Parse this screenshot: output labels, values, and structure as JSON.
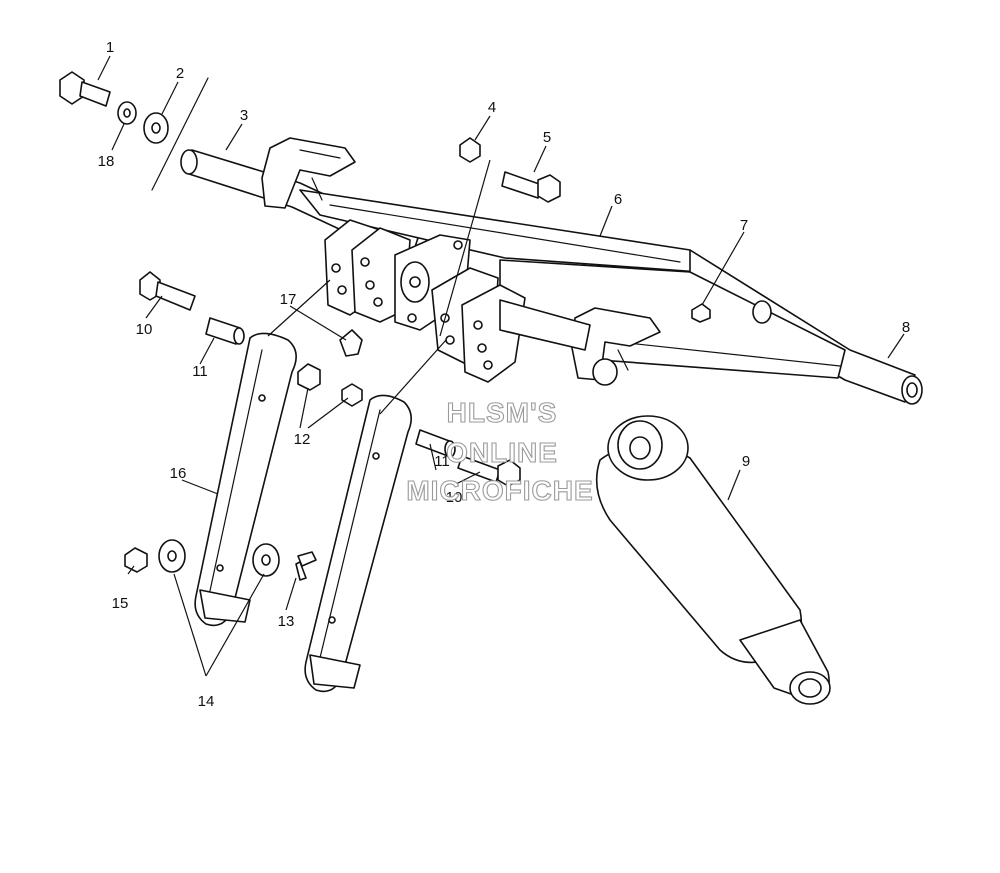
{
  "callouts": {
    "c1": "1",
    "c2": "2",
    "c3": "3",
    "c4": "4",
    "c5": "5",
    "c6": "6",
    "c7": "7",
    "c8": "8",
    "c9": "9",
    "c10a": "10",
    "c10b": "10",
    "c11a": "11",
    "c11b": "11",
    "c12": "12",
    "c13": "13",
    "c14": "14",
    "c15": "15",
    "c16": "16",
    "c17": "17",
    "c18": "18"
  },
  "watermark": {
    "line1": "HLSM'S",
    "line2": "ONLINE",
    "line3": "MICROFICHE"
  }
}
